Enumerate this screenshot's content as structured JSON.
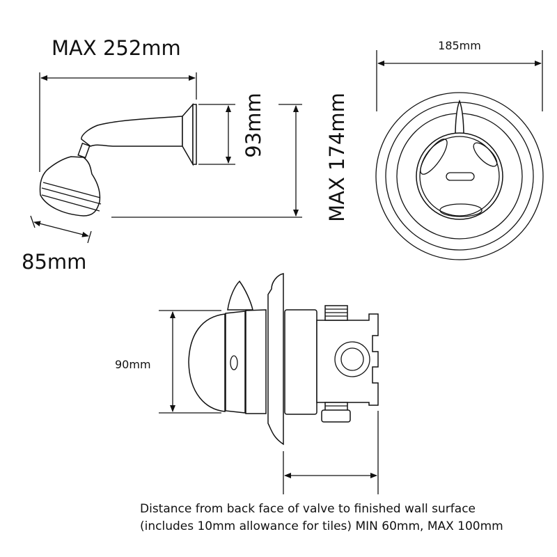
{
  "dimensions": {
    "arm_length": "MAX 252mm",
    "arm_flange": "93mm",
    "arm_drop": "MAX 174mm",
    "head_diameter": "85mm",
    "plate_diameter": "185mm",
    "knob_height": "90mm"
  },
  "caption": {
    "line1": "Distance from back face of valve to finished wall surface",
    "line2": "(includes 10mm allowance for tiles) MIN 60mm, MAX 100mm"
  }
}
